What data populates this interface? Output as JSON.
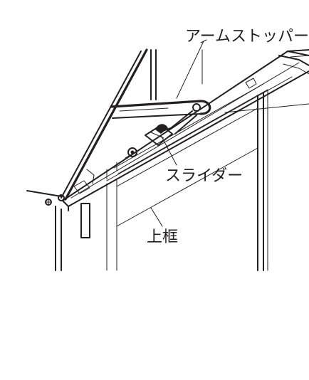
{
  "callouts": {
    "arm_stopper": "アームストッパー",
    "slider": "スライダー",
    "top_frame": "上框"
  }
}
